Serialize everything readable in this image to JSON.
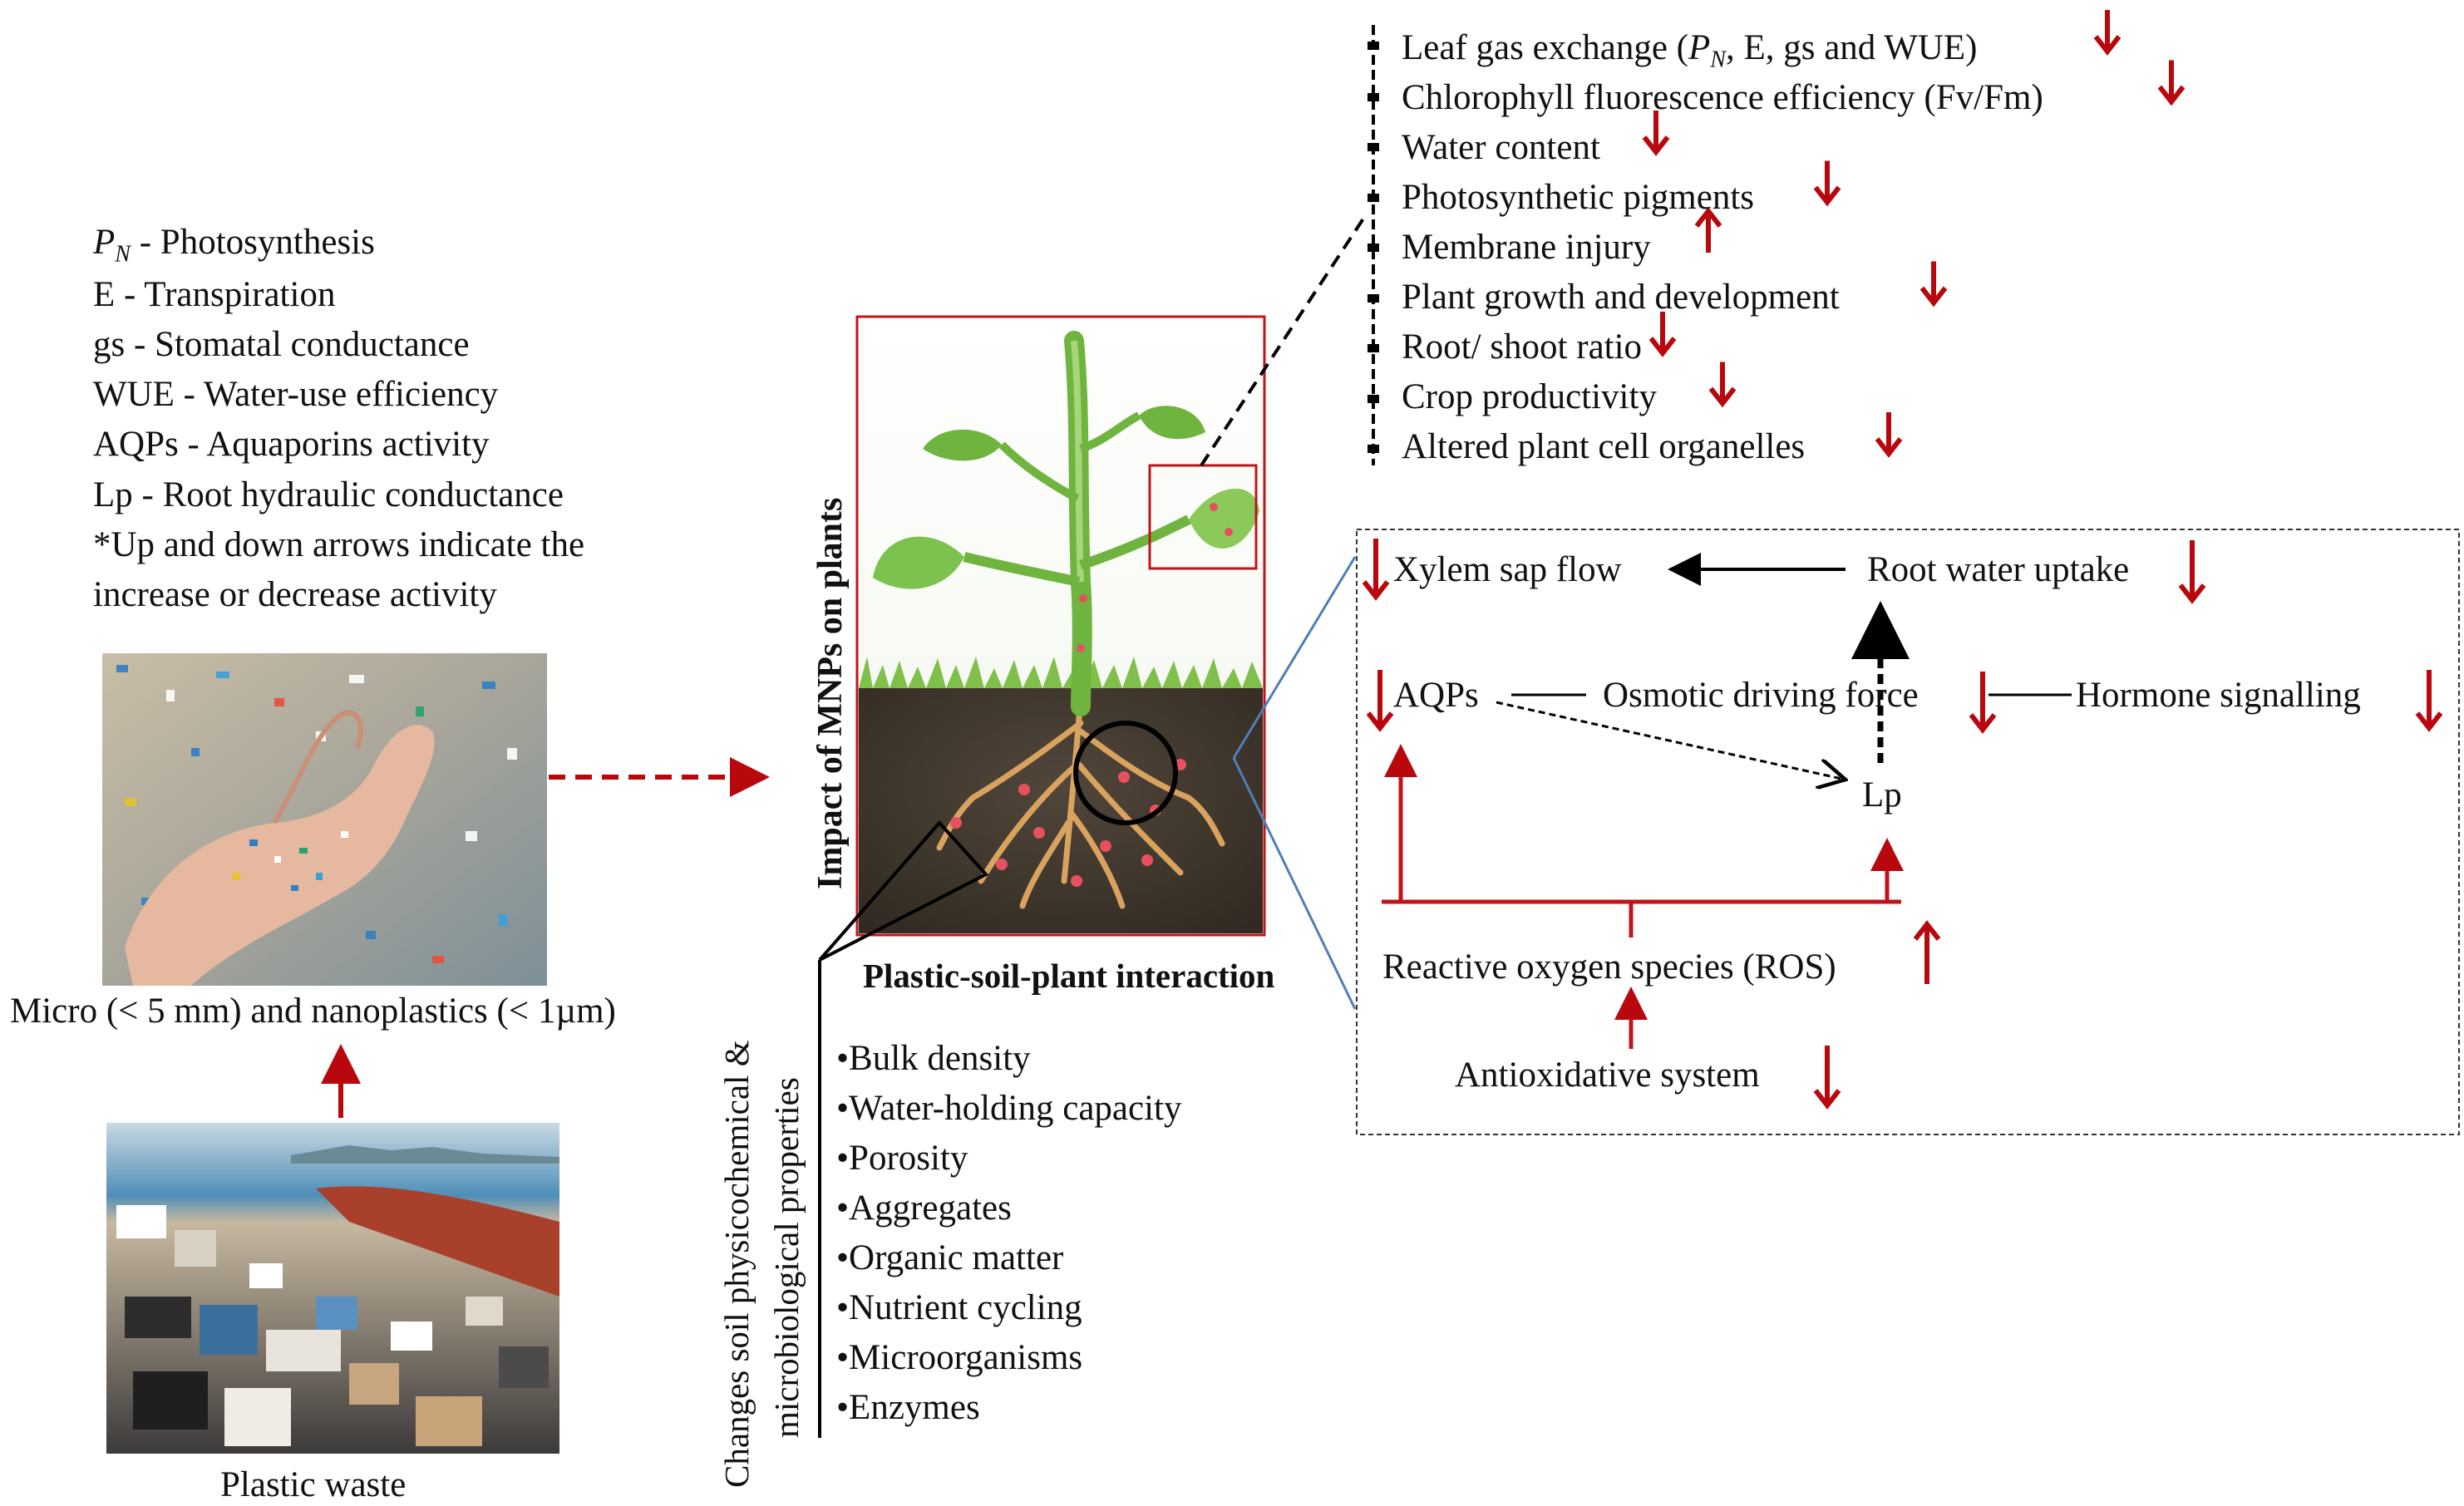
{
  "legend": {
    "pn_symbol": "P",
    "pn_sub": "N",
    "pn_text": " - Photosynthesis",
    "lines": [
      "E - Transpiration",
      "gs - Stomatal conductance",
      "WUE - Water-use efficiency",
      "AQPs - Aquaporins activity",
      "Lp - Root hydraulic conductance",
      "*Up and down arrows indicate the",
      "increase or decrease activity"
    ]
  },
  "microplastics_caption": "Micro (< 5 mm) and nanoplastics (< 1µm)",
  "plastic_waste_caption": "Plastic waste",
  "impact_title": "Impact of MNPs on plants",
  "interaction_caption": "Plastic-soil-plant interaction",
  "soil_changes": {
    "title_line1": "Changes soil physicochemical &",
    "title_line2": "microbiological properties",
    "items": [
      "•Bulk density",
      "•Water-holding capacity",
      "•Porosity",
      "•Aggregates",
      "•Organic matter",
      "•Nutrient cycling",
      "•Microorganisms",
      "•Enzymes"
    ]
  },
  "leaf_effects": {
    "first_prefix": "Leaf gas exchange  (",
    "first_symbol": "P",
    "first_sub": "N",
    "first_suffix": ", E, gs and WUE)",
    "items": [
      {
        "label": "Leaf gas exchange  (PN, E, gs and WUE)",
        "trend": "down"
      },
      {
        "label": "Chlorophyll fluorescence efficiency (Fv/Fm)",
        "trend": "down"
      },
      {
        "label": "Water content",
        "trend": "down"
      },
      {
        "label": "Photosynthetic pigments",
        "trend": "down"
      },
      {
        "label": "Membrane injury",
        "trend": "up"
      },
      {
        "label": "Plant growth and development",
        "trend": "down"
      },
      {
        "label": "Root/ shoot ratio",
        "trend": "down"
      },
      {
        "label": "Crop productivity",
        "trend": "down"
      },
      {
        "label": "Altered plant cell organelles",
        "trend": "down"
      }
    ]
  },
  "root_mechanism": {
    "xylem": "Xylem sap flow",
    "root_uptake": "Root water uptake",
    "aqps": "AQPs",
    "osmotic": "Osmotic driving force",
    "hormone": "Hormone signalling",
    "lp": "Lp",
    "ros": "Reactive oxygen species (ROS)",
    "antioxidative": "Antioxidative system"
  },
  "colors": {
    "arrow_red": "#b8070d",
    "box_red": "#c0141b",
    "connector_blue": "#4f7fb5",
    "leaf_green": "#6fb43f",
    "soil_brown": "#3e3429"
  }
}
